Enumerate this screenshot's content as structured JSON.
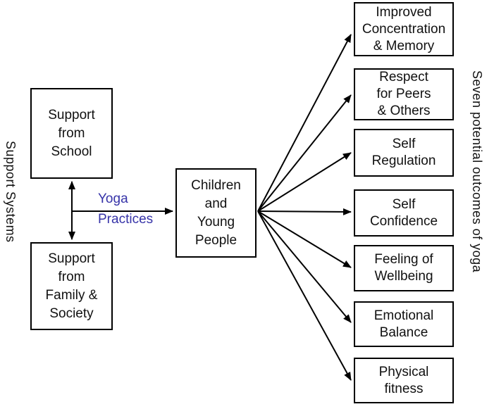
{
  "diagram": {
    "title_implicit": "Yoga practices flow diagram",
    "colors": {
      "background": "#ffffff",
      "stroke": "#000000",
      "text": "#111111",
      "connector_label": "#3633a8"
    },
    "side_labels": {
      "left": "Support Systems",
      "right": "Seven potential outcomes of yoga"
    },
    "support_boxes": [
      {
        "lines": [
          "Support",
          "from",
          "School"
        ]
      },
      {
        "lines": [
          "Support",
          "from",
          "Family &",
          "Society"
        ]
      }
    ],
    "center_box": {
      "lines": [
        "Children",
        "and",
        "Young",
        "People"
      ]
    },
    "connector": {
      "label_lines": [
        "Yoga",
        "Practices"
      ]
    },
    "outcome_boxes": [
      {
        "lines": [
          "Improved",
          "Concentration",
          "& Memory"
        ]
      },
      {
        "lines": [
          "Respect",
          "for Peers",
          "& Others"
        ]
      },
      {
        "lines": [
          "Self",
          "Regulation"
        ]
      },
      {
        "lines": [
          "Self",
          "Confidence"
        ]
      },
      {
        "lines": [
          "Feeling of",
          "Wellbeing"
        ]
      },
      {
        "lines": [
          "Emotional",
          "Balance"
        ]
      },
      {
        "lines": [
          "Physical",
          "fitness"
        ]
      }
    ]
  }
}
